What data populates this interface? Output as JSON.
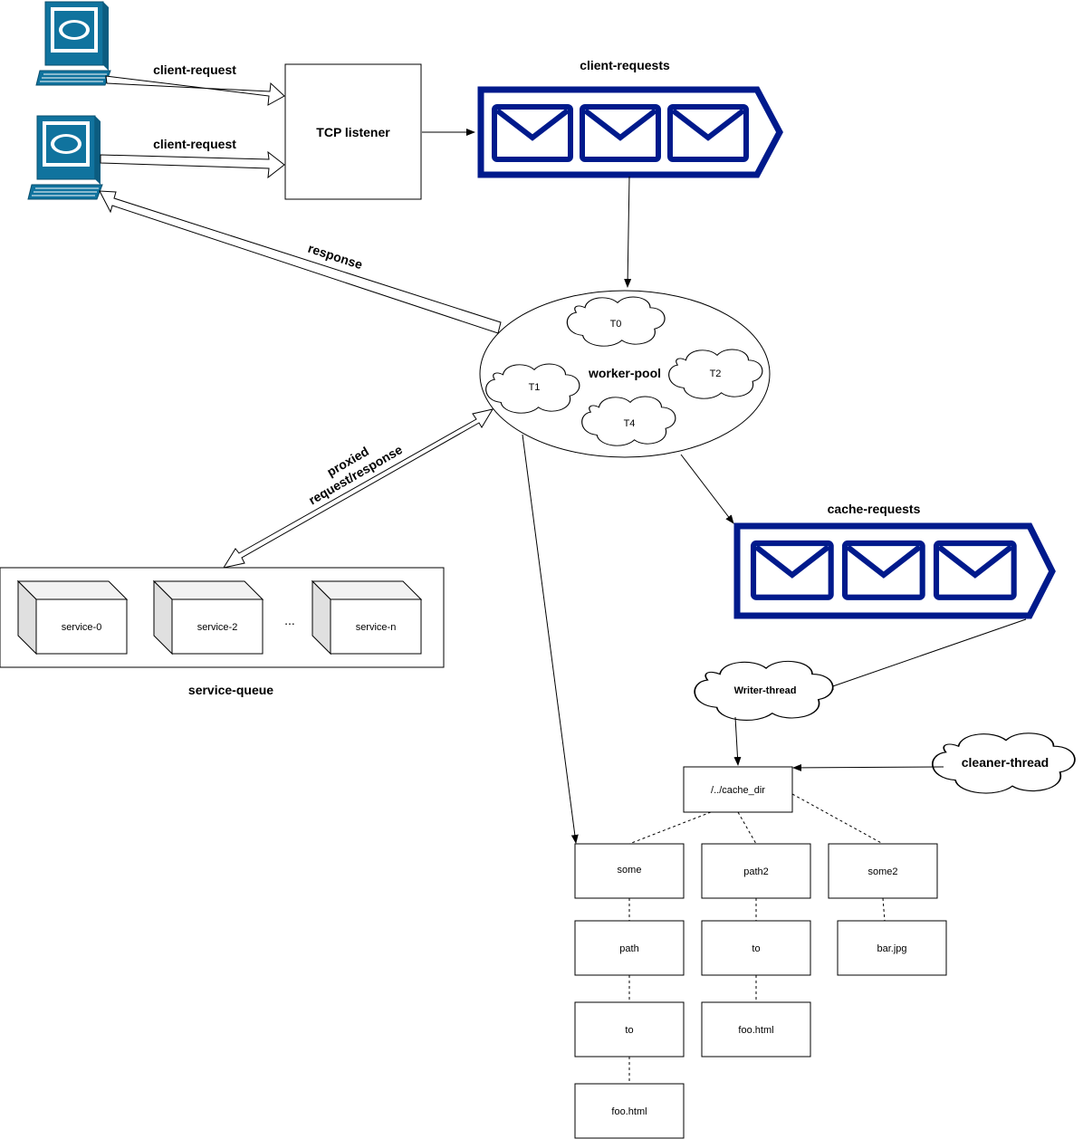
{
  "labels": {
    "client_request_1": "client-request",
    "client_request_2": "client-request",
    "tcp_listener": "TCP listener",
    "client_requests": "client-requests",
    "response": "response",
    "worker_pool": "worker-pool",
    "proxied_line1": "proxied",
    "proxied_line2": "request/response",
    "cache_requests": "cache-requests",
    "service_queue": "service-queue",
    "services": [
      "service-0",
      "service-2",
      "service-n"
    ],
    "ellipsis": "...",
    "threads": [
      "T0",
      "T1",
      "T2",
      "T4"
    ],
    "writer_thread": "Writer-thread",
    "cleaner_thread": "cleaner-thread",
    "cache_dir": "/../cache_dir",
    "tree": {
      "col1": [
        "some",
        "path",
        "to",
        "foo.html"
      ],
      "col2": [
        "path2",
        "to",
        "foo.html"
      ],
      "col3": [
        "some2",
        "bar.jpg"
      ]
    }
  },
  "colors": {
    "queue": "#001a8c",
    "computer": "#10739e",
    "line": "#000000"
  },
  "icons": [
    "computer-icon",
    "mail-envelope-icon",
    "cloud-icon",
    "cube-icon"
  ]
}
